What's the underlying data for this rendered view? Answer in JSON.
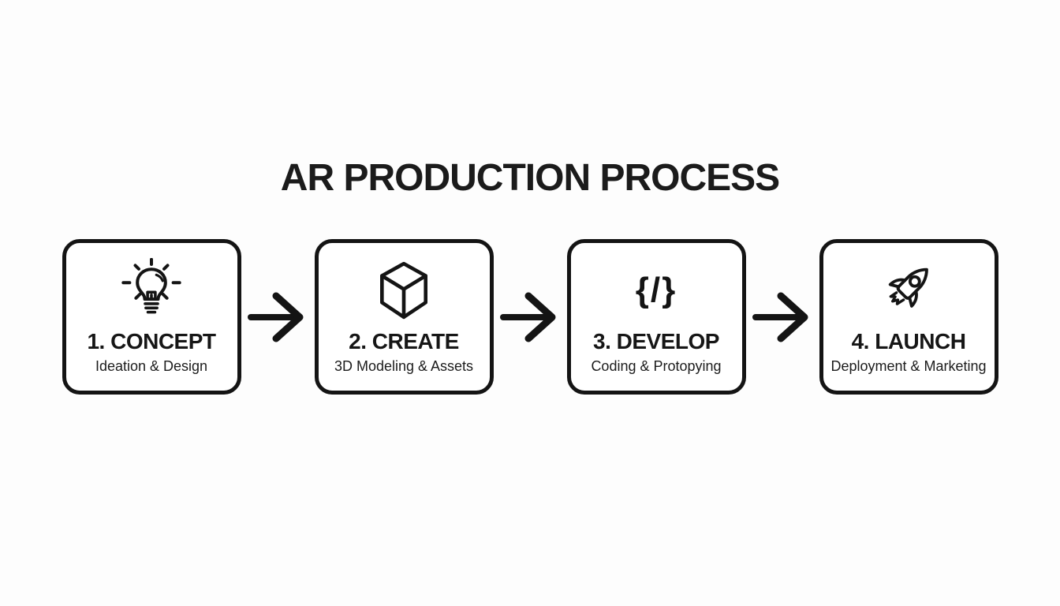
{
  "title": "AR PRODUCTION PROCESS",
  "colors": {
    "background": "#fdfdfd",
    "box_background": "#ffffff",
    "line_and_border": "#141414",
    "text": "#1a1a1a"
  },
  "steps": [
    {
      "heading": "1. CONCEPT",
      "subtitle": "Ideation & Design",
      "icon": "lightbulb-icon"
    },
    {
      "heading": "2. CREATE",
      "subtitle": "3D Modeling & Assets",
      "icon": "cube-icon"
    },
    {
      "heading": "3. DEVELOP",
      "subtitle": "Coding & Protopying",
      "icon": "code-icon",
      "icon_glyph": "{/}"
    },
    {
      "heading": "4. LAUNCH",
      "subtitle": "Deployment & Marketing",
      "icon": "rocket-icon"
    }
  ],
  "connectors": {
    "count": 3,
    "direction": "right"
  }
}
